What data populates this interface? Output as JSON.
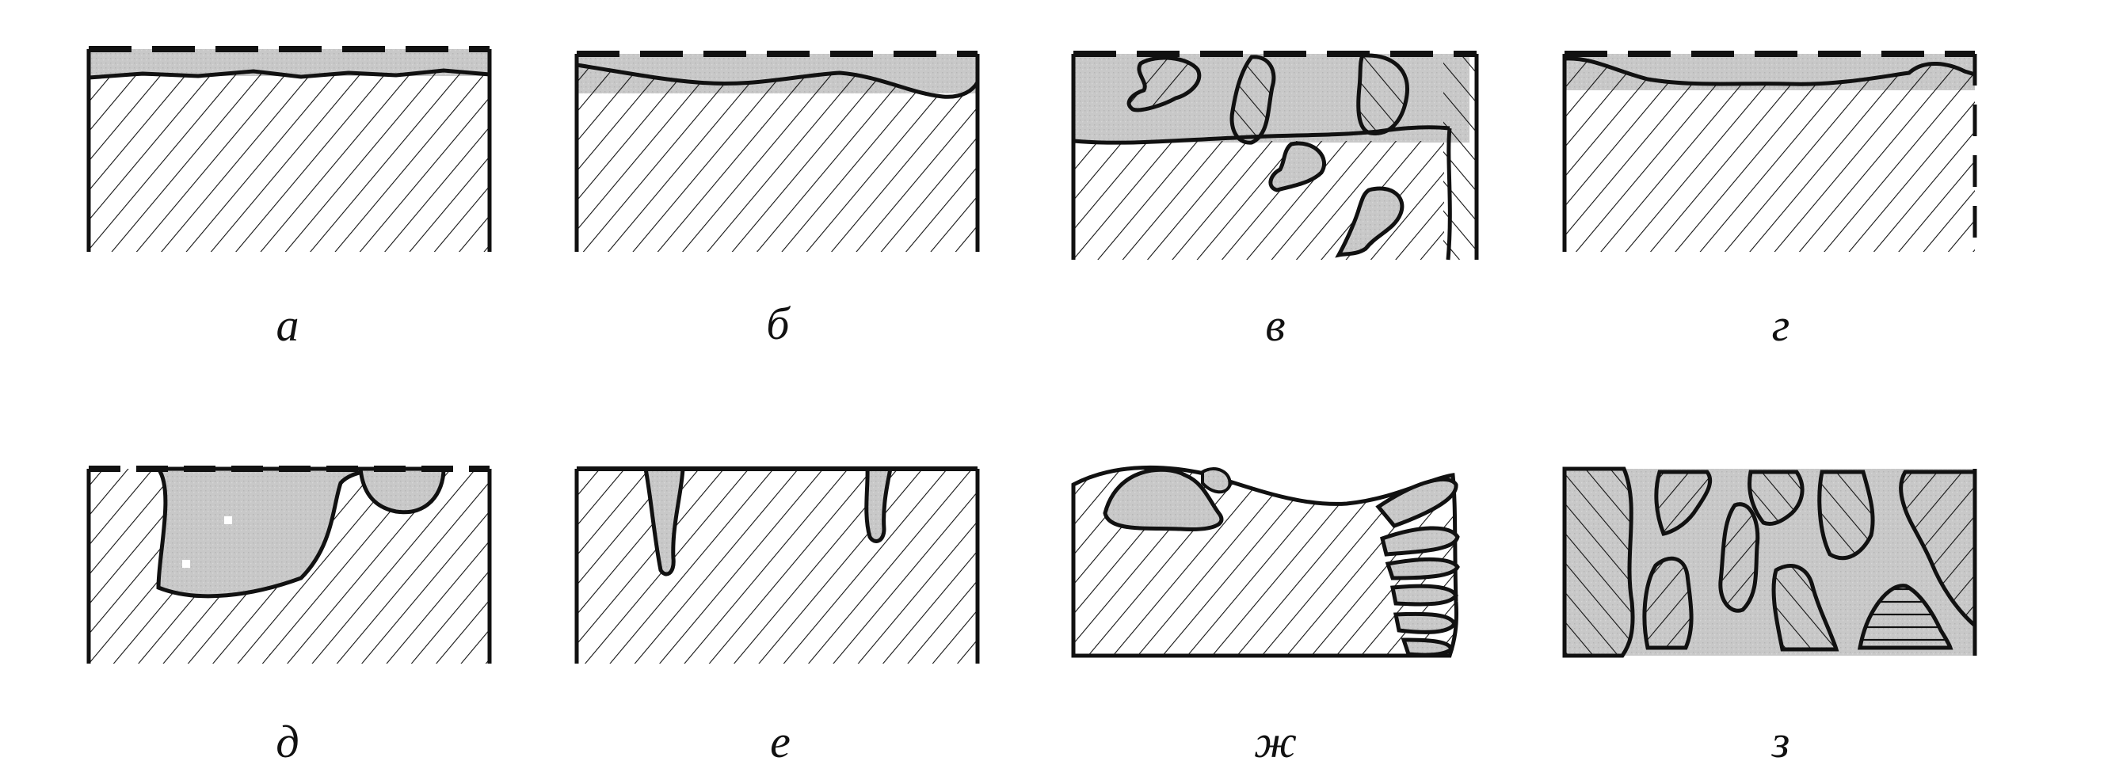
{
  "panels": [
    {
      "id": "a",
      "label": "а"
    },
    {
      "id": "b",
      "label": "б"
    },
    {
      "id": "v",
      "label": "в"
    },
    {
      "id": "g",
      "label": "г"
    },
    {
      "id": "d",
      "label": "д"
    },
    {
      "id": "e",
      "label": "е"
    },
    {
      "id": "zh",
      "label": "ж"
    },
    {
      "id": "z",
      "label": "з"
    }
  ],
  "colors": {
    "outline": "#111111",
    "hatch": "#111111",
    "corrosion_fill": "#c8c8c8",
    "background": "#ffffff"
  }
}
